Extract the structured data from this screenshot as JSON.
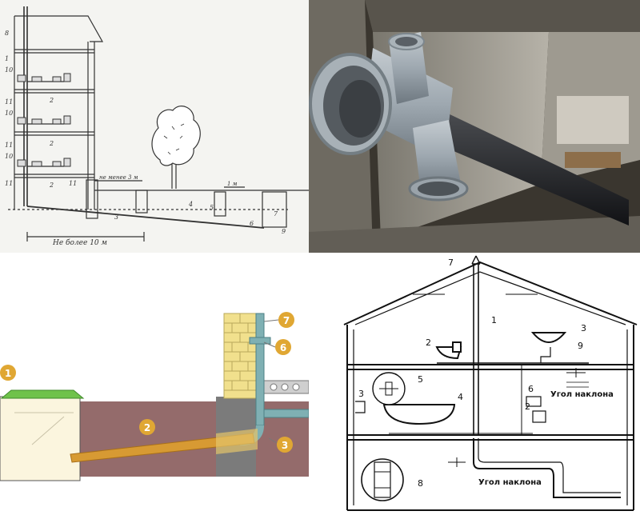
{
  "sketch": {
    "distance_label": "Не более 10 м",
    "dist_label_2": "не менее 3 м",
    "dist_label_3": "1 м",
    "left_numbers": [
      "8",
      "1",
      "10",
      "11",
      "10",
      "11",
      "10",
      "11",
      "11"
    ],
    "floor_numbers": [
      "2",
      "2",
      "2"
    ],
    "ground_numbers": [
      "3",
      "4",
      "5",
      "6",
      "7",
      "9"
    ]
  },
  "photo": {
    "subject": "sewer-pipe-tee"
  },
  "scheme_colored": {
    "badges": [
      "1",
      "2",
      "3",
      "6",
      "7"
    ],
    "colors": {
      "badge": "#e0a733",
      "ground": "#946b6b",
      "pipe": "#d79a33",
      "well_lid": "#6fc24a",
      "brick": "#f1e08d",
      "wall": "#7b7b7b",
      "soil_pipe": "#7fb0b3"
    }
  },
  "scheme_house": {
    "numbers": [
      "7",
      "1",
      "2",
      "3",
      "9",
      "3",
      "5",
      "4",
      "6",
      "2",
      "8"
    ],
    "label_top": "Угол наклона",
    "label_bottom": "Угол наклона"
  }
}
